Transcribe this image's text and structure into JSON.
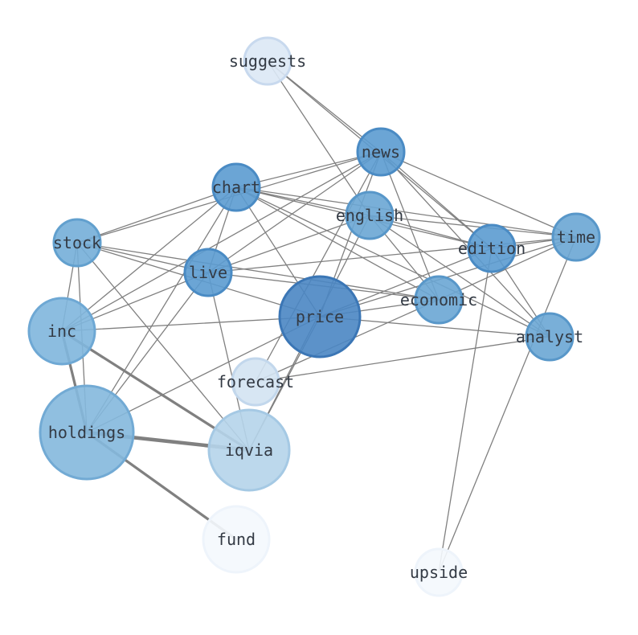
{
  "colors": {
    "edge": "#808080",
    "label": "#333a44",
    "background": "#ffffff"
  },
  "nodes": [
    {
      "id": "suggests",
      "label": "suggests",
      "fill": "#dce8f5",
      "stroke": "#c8d9ee"
    },
    {
      "id": "news",
      "label": "news",
      "fill": "#5b9bd0",
      "stroke": "#4a8bc4"
    },
    {
      "id": "chart",
      "label": "chart",
      "fill": "#5b9bd0",
      "stroke": "#4a8bc4"
    },
    {
      "id": "english",
      "label": "english",
      "fill": "#6aa6d4",
      "stroke": "#5897c9"
    },
    {
      "id": "stock",
      "label": "stock",
      "fill": "#74aed8",
      "stroke": "#62a0ce"
    },
    {
      "id": "live",
      "label": "live",
      "fill": "#5b9bd0",
      "stroke": "#4a8bc4"
    },
    {
      "id": "edition",
      "label": "edition",
      "fill": "#5b9bd0",
      "stroke": "#4a8bc4"
    },
    {
      "id": "time",
      "label": "time",
      "fill": "#6aa6d4",
      "stroke": "#5897c9"
    },
    {
      "id": "economic",
      "label": "economic",
      "fill": "#6aa6d4",
      "stroke": "#5897c9"
    },
    {
      "id": "price",
      "label": "price",
      "fill": "#4a86c3",
      "stroke": "#3b76b5"
    },
    {
      "id": "inc",
      "label": "inc",
      "fill": "#7fb6dd",
      "stroke": "#6ea8d4"
    },
    {
      "id": "analyst",
      "label": "analyst",
      "fill": "#6aa6d4",
      "stroke": "#5897c9"
    },
    {
      "id": "forecast",
      "label": "forecast",
      "fill": "#d3e3f2",
      "stroke": "#c2d7ec"
    },
    {
      "id": "holdings",
      "label": "holdings",
      "fill": "#84b8dd",
      "stroke": "#72aad4"
    },
    {
      "id": "iqvia",
      "label": "iqvia",
      "fill": "#b5d4ea",
      "stroke": "#a5c9e4"
    },
    {
      "id": "fund",
      "label": "fund",
      "fill": "#f4f8fd",
      "stroke": "#eef4fb"
    },
    {
      "id": "upside",
      "label": "upside",
      "fill": "#f4f8fd",
      "stroke": "#eef4fb"
    }
  ],
  "edges": [
    {
      "source": "suggests",
      "target": "news",
      "weight": 1
    },
    {
      "source": "suggests",
      "target": "edition",
      "weight": 1
    },
    {
      "source": "suggests",
      "target": "english",
      "weight": 1
    },
    {
      "source": "news",
      "target": "chart",
      "weight": 1
    },
    {
      "source": "news",
      "target": "stock",
      "weight": 1
    },
    {
      "source": "news",
      "target": "live",
      "weight": 1
    },
    {
      "source": "news",
      "target": "edition",
      "weight": 1
    },
    {
      "source": "news",
      "target": "time",
      "weight": 1
    },
    {
      "source": "news",
      "target": "economic",
      "weight": 1
    },
    {
      "source": "news",
      "target": "price",
      "weight": 1
    },
    {
      "source": "news",
      "target": "analyst",
      "weight": 1
    },
    {
      "source": "news",
      "target": "inc",
      "weight": 1
    },
    {
      "source": "news",
      "target": "forecast",
      "weight": 1
    },
    {
      "source": "chart",
      "target": "english",
      "weight": 1
    },
    {
      "source": "chart",
      "target": "stock",
      "weight": 1
    },
    {
      "source": "chart",
      "target": "live",
      "weight": 1
    },
    {
      "source": "chart",
      "target": "edition",
      "weight": 1
    },
    {
      "source": "chart",
      "target": "time",
      "weight": 1
    },
    {
      "source": "chart",
      "target": "price",
      "weight": 1
    },
    {
      "source": "chart",
      "target": "inc",
      "weight": 1
    },
    {
      "source": "chart",
      "target": "holdings",
      "weight": 1
    },
    {
      "source": "chart",
      "target": "analyst",
      "weight": 1
    },
    {
      "source": "chart",
      "target": "economic",
      "weight": 1
    },
    {
      "source": "english",
      "target": "time",
      "weight": 1
    },
    {
      "source": "english",
      "target": "edition",
      "weight": 1
    },
    {
      "source": "english",
      "target": "live",
      "weight": 1
    },
    {
      "source": "english",
      "target": "economic",
      "weight": 1
    },
    {
      "source": "english",
      "target": "iqvia",
      "weight": 1
    },
    {
      "source": "english",
      "target": "analyst",
      "weight": 1
    },
    {
      "source": "stock",
      "target": "live",
      "weight": 1
    },
    {
      "source": "stock",
      "target": "price",
      "weight": 1
    },
    {
      "source": "stock",
      "target": "economic",
      "weight": 1
    },
    {
      "source": "stock",
      "target": "inc",
      "weight": 1
    },
    {
      "source": "stock",
      "target": "holdings",
      "weight": 1
    },
    {
      "source": "stock",
      "target": "iqvia",
      "weight": 1
    },
    {
      "source": "live",
      "target": "economic",
      "weight": 1
    },
    {
      "source": "live",
      "target": "time",
      "weight": 1
    },
    {
      "source": "live",
      "target": "inc",
      "weight": 1
    },
    {
      "source": "live",
      "target": "holdings",
      "weight": 1
    },
    {
      "source": "live",
      "target": "iqvia",
      "weight": 1
    },
    {
      "source": "edition",
      "target": "time",
      "weight": 1
    },
    {
      "source": "edition",
      "target": "price",
      "weight": 1
    },
    {
      "source": "edition",
      "target": "analyst",
      "weight": 1
    },
    {
      "source": "edition",
      "target": "upside",
      "weight": 1
    },
    {
      "source": "time",
      "target": "price",
      "weight": 1
    },
    {
      "source": "time",
      "target": "economic",
      "weight": 1
    },
    {
      "source": "time",
      "target": "upside",
      "weight": 1
    },
    {
      "source": "economic",
      "target": "price",
      "weight": 1
    },
    {
      "source": "economic",
      "target": "forecast",
      "weight": 1
    },
    {
      "source": "price",
      "target": "inc",
      "weight": 1
    },
    {
      "source": "price",
      "target": "analyst",
      "weight": 1
    },
    {
      "source": "price",
      "target": "holdings",
      "weight": 1
    },
    {
      "source": "price",
      "target": "iqvia",
      "weight": 1
    },
    {
      "source": "analyst",
      "target": "forecast",
      "weight": 1
    },
    {
      "source": "inc",
      "target": "holdings",
      "weight": 2.5
    },
    {
      "source": "inc",
      "target": "iqvia",
      "weight": 2.5
    },
    {
      "source": "holdings",
      "target": "iqvia",
      "weight": 3.5
    },
    {
      "source": "holdings",
      "target": "fund",
      "weight": 2.5
    }
  ]
}
